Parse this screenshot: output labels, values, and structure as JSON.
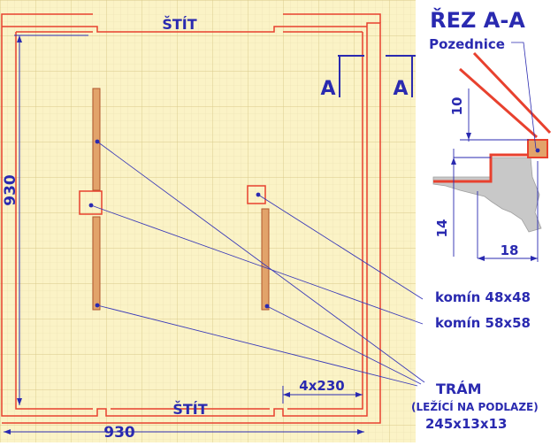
{
  "plan": {
    "gable_top": "ŠTÍT",
    "gable_bottom": "ŠTÍT",
    "dim_horizontal": "930",
    "dim_vertical": "930",
    "dim_beams": "4x230",
    "section_mark_left": "A",
    "section_mark_right": "A"
  },
  "section": {
    "title": "ŘEZ A-A",
    "wall_plate_label": "Pozednice",
    "dim_height": "10",
    "dim_floor": "14",
    "dim_width": "18"
  },
  "callouts": {
    "chimney_small": "komín 48x48",
    "chimney_large": "komín 58x58",
    "beam_title": "TRÁM",
    "beam_note": "(LEŽÍCÍ NA PODLAZE)",
    "beam_size": "245x13x13"
  },
  "colors": {
    "grid_background": "#fbf3c6",
    "grid_line": "#e6d9a3",
    "wall": "#e8412e",
    "dimension": "#2a2ab0",
    "beam_fill": "#e2a36a",
    "masonry": "#c8c8c8"
  }
}
